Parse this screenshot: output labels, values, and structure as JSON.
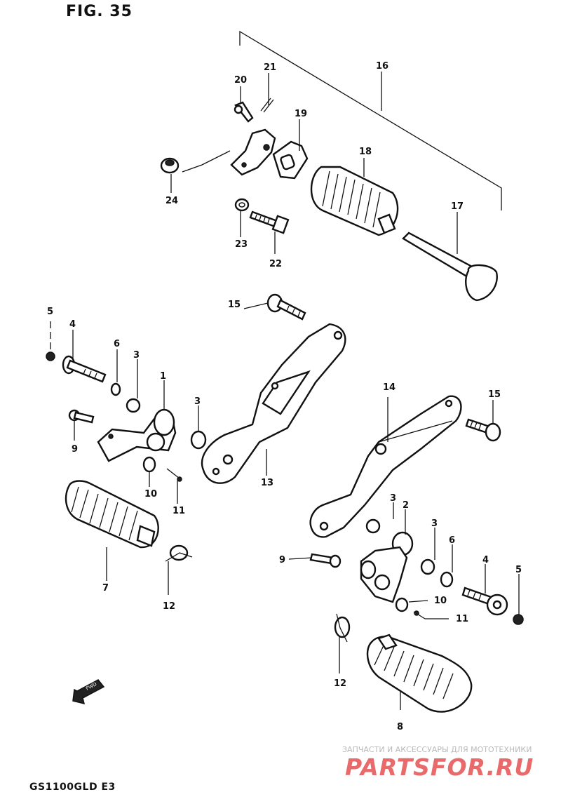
{
  "figure": {
    "title": "FIG. 35"
  },
  "model": {
    "code": "GS1100GLD E3"
  },
  "watermark": {
    "subtitle": "ЗАПЧАСТИ И АКСЕССУАРЫ ДЛЯ МОТОТЕХНИКИ",
    "brand": "PARTSFOR.RU"
  },
  "callouts": {
    "c1": "1",
    "c2": "2",
    "c3a": "3",
    "c3b": "3",
    "c3c": "3",
    "c3d": "3",
    "c4a": "4",
    "c4b": "4",
    "c5a": "5",
    "c5b": "5",
    "c6a": "6",
    "c6b": "6",
    "c7": "7",
    "c8": "8",
    "c9a": "9",
    "c9b": "9",
    "c10a": "10",
    "c10b": "10",
    "c11a": "11",
    "c11b": "11",
    "c12a": "12",
    "c12b": "12",
    "c13": "13",
    "c14": "14",
    "c15a": "15",
    "c15b": "15",
    "c16": "16",
    "c17": "17",
    "c18": "18",
    "c19": "19",
    "c20": "20",
    "c21": "21",
    "c22": "22",
    "c23": "23",
    "c24": "24"
  }
}
